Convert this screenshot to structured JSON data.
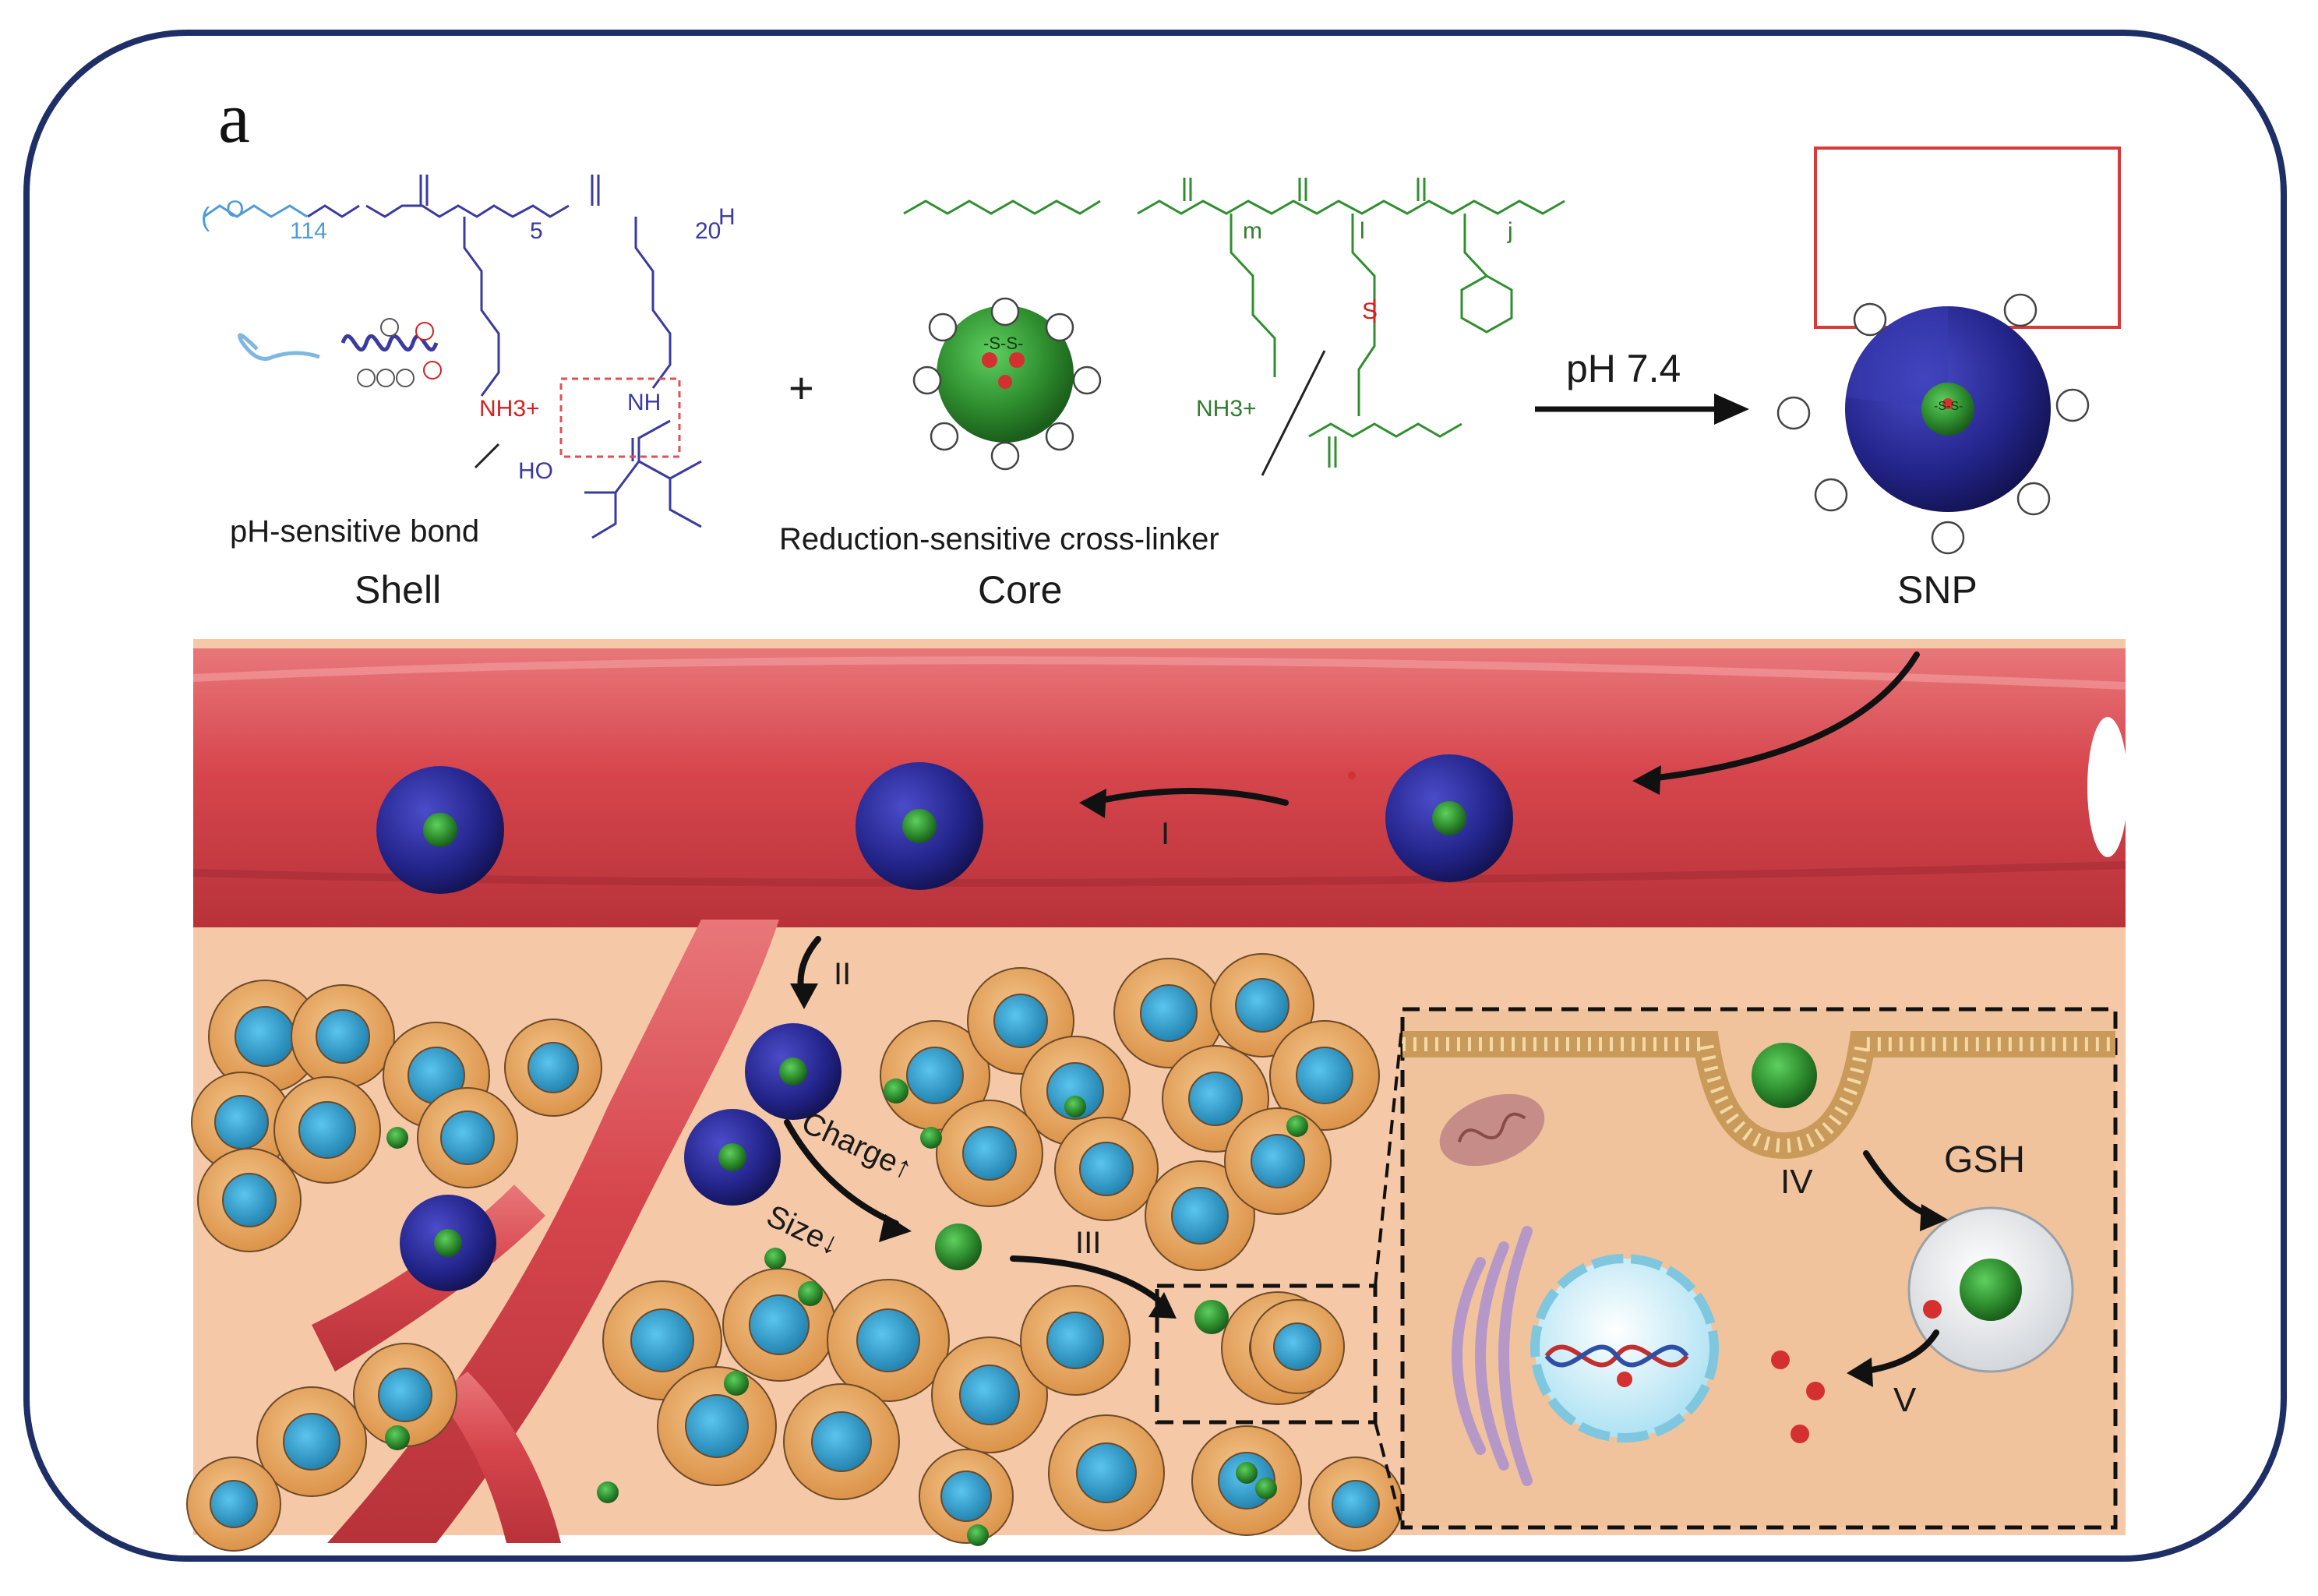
{
  "panel_label": "a",
  "top": {
    "shell_label": "Shell",
    "core_label": "Core",
    "snp_label": "SNP",
    "ph_label": "pH 7.4",
    "plus_sign": "+",
    "ph_sensitive_label": "pH-sensitive bond",
    "reduction_label": "Reduction-sensitive  cross-linker",
    "shell_subscripts": {
      "n114": "114",
      "n5": "5",
      "n20": "20"
    },
    "shell_groups": {
      "nh3": "NH3+",
      "nh": "NH",
      "ho": "HO",
      "h": "H"
    },
    "core_groups": {
      "nh3": "NH3+",
      "ss": "S",
      "m": "m",
      "l": "l",
      "j": "j"
    },
    "core_center": "-S-S-",
    "snp_center": "-S-S-"
  },
  "bottom": {
    "step_I": "I",
    "step_II": "II",
    "step_III": "III",
    "step_IV": "IV",
    "step_V": "V",
    "charge_label": "Charge↑",
    "size_label": "Size↓",
    "gsh_label": "GSH"
  },
  "colors": {
    "frame": "#1d2f66",
    "vessel": "#d9494f",
    "shell_blue": "#23248a",
    "core_green": "#2f8f2f",
    "cell_orange": "#e8a85a",
    "nucleus_blue": "#2a8fc0",
    "tissue": "#f5c9a8"
  }
}
